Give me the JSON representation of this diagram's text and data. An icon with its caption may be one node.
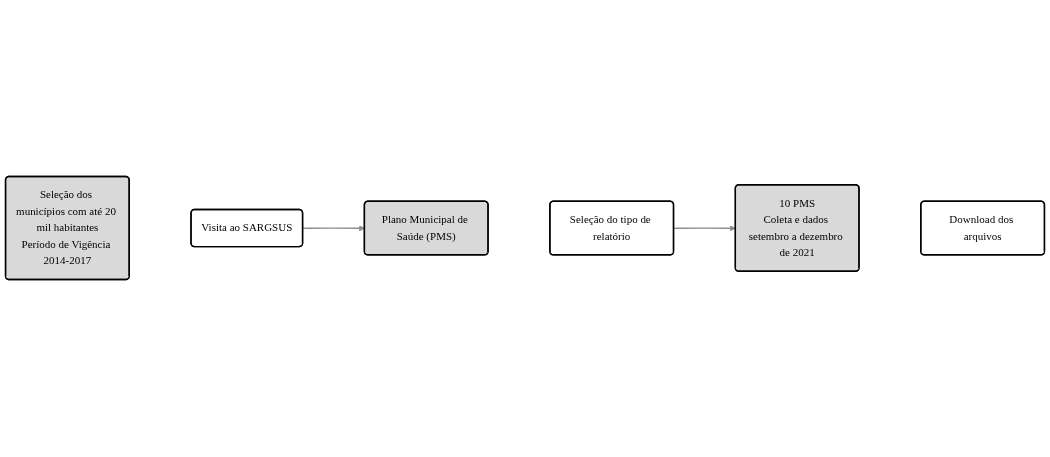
{
  "diagram": {
    "nodes": [
      {
        "text": [
          "Seleção dos municípios com até 20 mil habitantes",
          "Período de Vigência 2014-2017"
        ]
      },
      {
        "text": [
          "Visita ao SARGSUS"
        ]
      },
      {
        "text": [
          "Plano Municipal de Saúde (PMS)"
        ]
      },
      {
        "text": [
          "Seleção do tipo de relatório"
        ]
      },
      {
        "text": [
          "10 PMS",
          "Coleta e dados setembro a dezembro de 2021"
        ]
      },
      {
        "text": [
          "Download dos arquivos"
        ]
      }
    ],
    "edges": [
      {
        "from": 1,
        "to": 2,
        "arrow": "to"
      },
      {
        "from": 3,
        "to": 4,
        "arrow": "to"
      }
    ]
  }
}
